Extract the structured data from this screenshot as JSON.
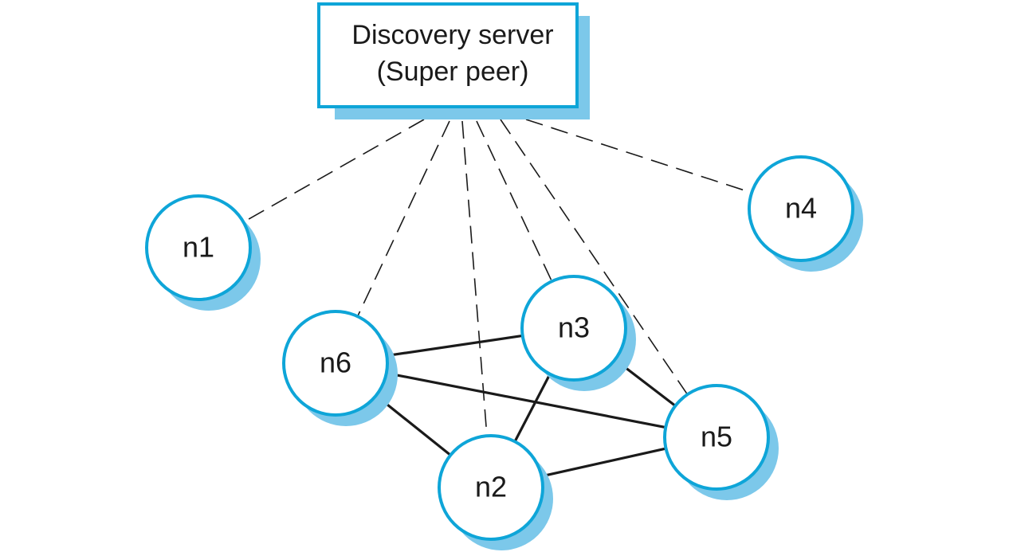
{
  "colors": {
    "outline": "#0ea5d8",
    "shadow": "#7cc8ea",
    "fill": "#ffffff",
    "link": "#1a1a1a"
  },
  "server": {
    "line1": "Discovery server",
    "line2": "(Super peer)"
  },
  "nodes": [
    {
      "id": "n1",
      "label": "n1"
    },
    {
      "id": "n2",
      "label": "n2"
    },
    {
      "id": "n3",
      "label": "n3"
    },
    {
      "id": "n4",
      "label": "n4"
    },
    {
      "id": "n5",
      "label": "n5"
    },
    {
      "id": "n6",
      "label": "n6"
    }
  ],
  "discovery_links": [
    "n1",
    "n6",
    "n2",
    "n3",
    "n5",
    "n4"
  ],
  "peer_links": [
    [
      "n6",
      "n3"
    ],
    [
      "n6",
      "n5"
    ],
    [
      "n6",
      "n2"
    ],
    [
      "n3",
      "n2"
    ],
    [
      "n3",
      "n5"
    ],
    [
      "n2",
      "n5"
    ]
  ]
}
